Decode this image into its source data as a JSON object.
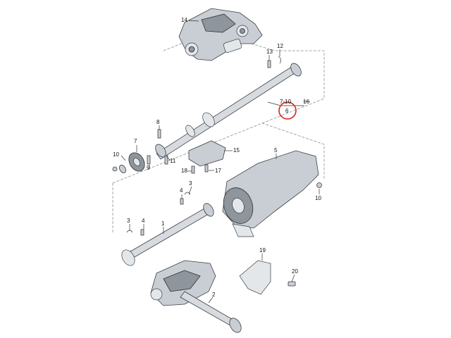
{
  "labels": {
    "p1": "1",
    "p2": "2",
    "p3": "3",
    "p4": "4",
    "p5": "5",
    "p6": "6",
    "p7": "7",
    "p7_10": "7-10",
    "p8": "8",
    "p9": "9",
    "p10a": "10",
    "p10b": "10",
    "p11": "11",
    "p12": "12",
    "p13": "13",
    "p14": "14",
    "p15": "15",
    "p16": "16",
    "p17": "17",
    "p18": "18",
    "p19": "19",
    "p20": "20"
  },
  "colors": {
    "highlight_circle": "#d9221f",
    "frame_line": "#8a8f94",
    "part_fill": "#c9ced4"
  }
}
